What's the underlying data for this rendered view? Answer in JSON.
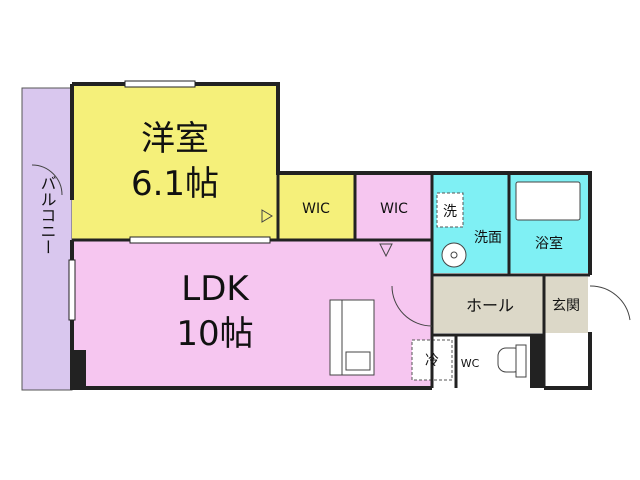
{
  "rooms": {
    "western": {
      "name": "洋室",
      "size": "6.1帖"
    },
    "wic1": {
      "name": "WIC"
    },
    "wic2": {
      "name": "WIC"
    },
    "ldk": {
      "name": "LDK",
      "size": "10帖"
    },
    "balcony": {
      "name": "バルコニー"
    },
    "washer": {
      "name": "洗"
    },
    "washroom": {
      "name": "洗面"
    },
    "bath": {
      "name": "浴室"
    },
    "hall": {
      "name": "ホール"
    },
    "entrance": {
      "name": "玄関"
    },
    "fridge": {
      "name": "冷"
    },
    "toilet": {
      "name": "WC"
    }
  },
  "colors": {
    "western": "#f5f07a",
    "ldk": "#f6c6f0",
    "wic": "#f6c6f0",
    "wic_yellow": "#f5f07a",
    "balcony": "#d9c7ee",
    "wet": "#7ff0f4",
    "hall": "#dcd8c8",
    "wall": "#222222"
  }
}
